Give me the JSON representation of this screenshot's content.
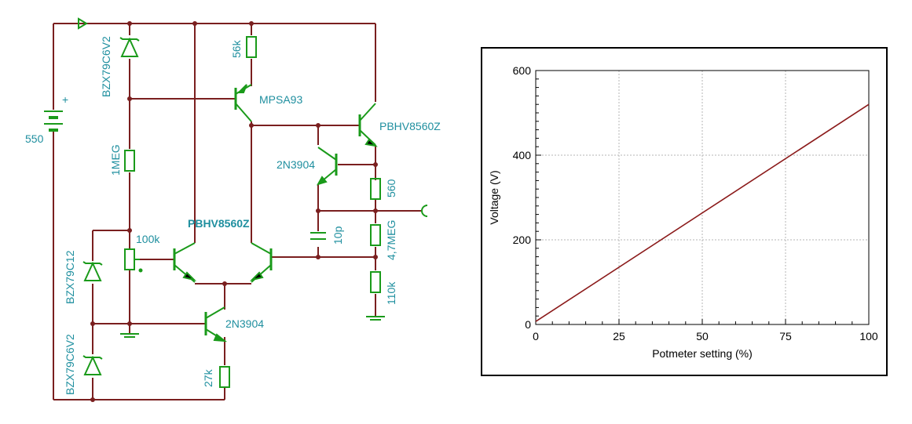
{
  "schematic": {
    "supply_voltage": "550",
    "plus_sign": "+",
    "zener_top": "BZX79C6V2",
    "zener_mid": "BZX79C12",
    "zener_bottom": "BZX79C6V2",
    "r_56k": "56k",
    "r_1meg": "1MEG",
    "pot_100k": "100k",
    "r_27k": "27k",
    "r_560": "560",
    "r_4_7meg": "4,7MEG",
    "r_110k": "110k",
    "c_10p": "10p",
    "q_mpsa93": "MPSA93",
    "q_pbhv_top": "PBHV8560Z",
    "q_pbhv_pair": "PBHV8560Z",
    "q_2n3904_top": "2N3904",
    "q_2n3904_bottom": "2N3904"
  },
  "chart_data": {
    "type": "line",
    "xlabel": "Potmeter setting (%)",
    "ylabel": "Voltage (V)",
    "xlim": [
      0,
      100
    ],
    "ylim": [
      0,
      600
    ],
    "xticks": [
      "0",
      "25",
      "50",
      "75",
      "100"
    ],
    "yticks": [
      "0",
      "200",
      "400",
      "600"
    ],
    "grid": true,
    "series": [
      {
        "color": "#8b1a1a",
        "x": [
          0,
          100
        ],
        "y": [
          7,
          520
        ]
      }
    ]
  },
  "colors": {
    "wire": "#7a1f1f",
    "component": "#1a9a1a",
    "label": "#1f8f9f"
  }
}
